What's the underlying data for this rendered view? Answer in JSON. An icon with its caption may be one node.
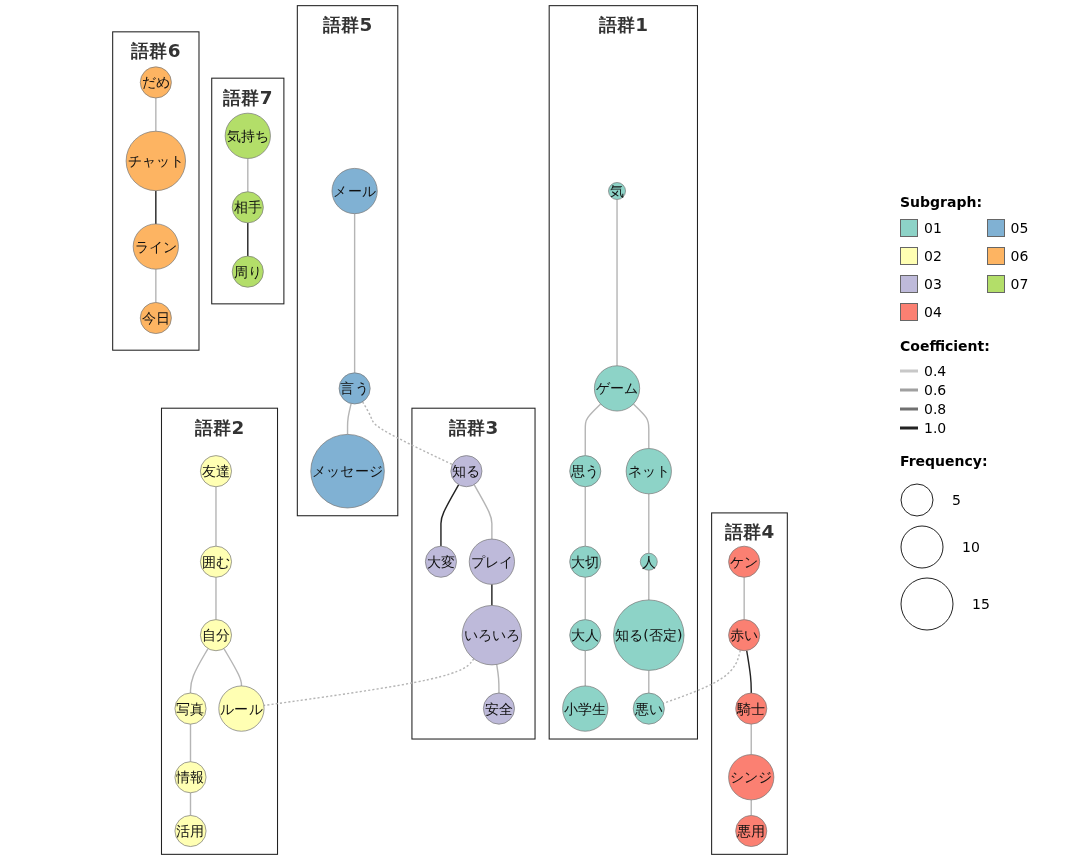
{
  "diagram": {
    "nodes": [
      {
        "text": [
          "語群4"
        ]
      },
      {
        "text": [
          "ケン"
        ],
        "in": 0
      },
      {
        "text": [
          "赤い"
        ],
        "in": 0
      },
      {
        "text": [
          "騎士"
        ],
        "in": 0
      },
      {
        "text": [
          "シンジ"
        ],
        "in": 0
      },
      {
        "text": [
          "悪用"
        ],
        "in": 0
      },
      {
        "text": [
          "語群1"
        ]
      },
      {
        "text": [
          "気"
        ],
        "in": 6
      },
      {
        "text": [
          "ゲーム"
        ],
        "in": 6
      },
      {
        "text": [
          "思う"
        ],
        "in": 6
      },
      {
        "text": [
          "大切"
        ],
        "in": 6
      },
      {
        "text": [
          "ネット"
        ],
        "in": 6
      },
      {
        "text": [
          "大人"
        ],
        "in": 6
      },
      {
        "text": [
          "小学生"
        ],
        "in": 6
      },
      {
        "text": [
          "悪い"
        ],
        "in": 6
      },
      {
        "text": [
          "知る(否定)"
        ],
        "in": 6
      },
      {
        "text": [
          "人"
        ],
        "in": 6
      },
      {
        "text": [
          "語群5"
        ]
      },
      {
        "text": [
          "メッセージ"
        ],
        "in": 17
      },
      {
        "text": [
          "メール"
        ],
        "in": 17
      },
      {
        "text": [
          "言う"
        ],
        "in": 17
      },
      {
        "text": [
          "語群7"
        ]
      },
      {
        "text": [
          "気持ち"
        ],
        "in": 21
      },
      {
        "text": [
          "相手"
        ],
        "in": 21
      },
      {
        "text": [
          "周り"
        ],
        "in": 21
      },
      {
        "text": [
          "語群6"
        ]
      },
      {
        "text": [
          "だめ"
        ],
        "in": 25
      },
      {
        "text": [
          "チャット"
        ],
        "in": 25
      },
      {
        "text": [
          "ライン"
        ],
        "in": 25
      },
      {
        "text": [
          "今日"
        ],
        "in": 25
      },
      {
        "text": [
          "語群3"
        ]
      },
      {
        "text": [
          "知る"
        ],
        "in": 30
      },
      {
        "text": [
          "大変"
        ],
        "in": 30
      },
      {
        "text": [
          "プレイ"
        ],
        "in": 30
      },
      {
        "text": [
          "いろいろ"
        ],
        "in": 30
      },
      {
        "text": [
          "安全"
        ],
        "in": 30
      },
      {
        "text": [
          "語群2"
        ]
      },
      {
        "text": [
          "友達"
        ],
        "in": 36
      },
      {
        "text": [
          "囲む"
        ],
        "in": 36
      },
      {
        "text": [
          "自分"
        ],
        "in": 36
      },
      {
        "text": [
          "活用"
        ],
        "in": 36
      },
      {
        "text": [
          "情報"
        ],
        "in": 36
      },
      {
        "text": [
          "写真"
        ],
        "in": 36
      },
      {
        "text": [
          "ルール"
        ],
        "in": 36
      }
    ],
    "edges": [
      {
        "from": 1,
        "to": 2,
        "arrow": "none"
      },
      {
        "from": 2,
        "to": 3,
        "arrow": "none",
        "color": "#222222"
      },
      {
        "from": 3,
        "to": 4,
        "arrow": "none"
      },
      {
        "from": 4,
        "to": 5,
        "arrow": "none"
      },
      {
        "from": 2,
        "to": 14,
        "arrow": "none",
        "style": "dashed"
      },
      {
        "from": 7,
        "to": 8,
        "arrow": "none"
      },
      {
        "from": 8,
        "to": 9,
        "arrow": "none"
      },
      {
        "from": 9,
        "to": 10,
        "arrow": "none"
      },
      {
        "from": 10,
        "to": 12,
        "arrow": "none"
      },
      {
        "from": 12,
        "to": 13,
        "arrow": "none"
      },
      {
        "from": 8,
        "to": 11,
        "arrow": "none"
      },
      {
        "from": 11,
        "to": 16,
        "arrow": "none"
      },
      {
        "from": 16,
        "to": 15,
        "arrow": "none"
      },
      {
        "from": 15,
        "to": 14,
        "arrow": "none"
      },
      {
        "from": 19,
        "to": 20,
        "arrow": "none"
      },
      {
        "from": 20,
        "to": 18,
        "arrow": "none"
      },
      {
        "from": 20,
        "to": 31,
        "arrow": "none",
        "style": "dashed"
      },
      {
        "from": 22,
        "to": 23,
        "arrow": "none"
      },
      {
        "from": 23,
        "to": 24,
        "arrow": "none",
        "color": "#222222"
      },
      {
        "from": 26,
        "to": 27,
        "arrow": "none"
      },
      {
        "from": 27,
        "to": 28,
        "arrow": "none",
        "color": "#222222"
      },
      {
        "from": 28,
        "to": 29,
        "arrow": "none"
      },
      {
        "from": 31,
        "to": 32,
        "arrow": "none",
        "color": "#222222"
      },
      {
        "from": 31,
        "to": 33,
        "arrow": "none"
      },
      {
        "from": 33,
        "to": 34,
        "arrow": "none",
        "color": "#222222"
      },
      {
        "from": 34,
        "to": 35,
        "arrow": "none"
      },
      {
        "from": 34,
        "to": 43,
        "arrow": "none",
        "style": "dashed"
      },
      {
        "from": 37,
        "to": 38,
        "arrow": "none"
      },
      {
        "from": 38,
        "to": 39,
        "arrow": "none"
      },
      {
        "from": 39,
        "to": 42,
        "arrow": "none"
      },
      {
        "from": 39,
        "to": 43,
        "arrow": "none"
      },
      {
        "from": 42,
        "to": 41,
        "arrow": "none"
      },
      {
        "from": 41,
        "to": 40,
        "arrow": "none"
      }
    ],
    "labels": [
      "Subgraph:",
      "Coefficient:",
      "Frequency:"
    ],
    "legend": [
      {
        "text": "01",
        "color": "#8dd3c7"
      },
      {
        "text": "05",
        "color": "#80b1d3"
      },
      {
        "text": "02",
        "color": "#ffffb3"
      },
      {
        "text": "06",
        "color": "#fdb462"
      },
      {
        "text": "03",
        "color": "#bebada"
      },
      {
        "text": "07",
        "color": "#b3de69"
      },
      {
        "text": "04",
        "color": "#fb8072"
      },
      {
        "text": "0.4"
      },
      {
        "text": "0.6"
      },
      {
        "text": "0.8"
      },
      {
        "text": "1.0"
      },
      {
        "text": "5"
      },
      {
        "text": "10"
      },
      {
        "text": "15"
      }
    ]
  }
}
